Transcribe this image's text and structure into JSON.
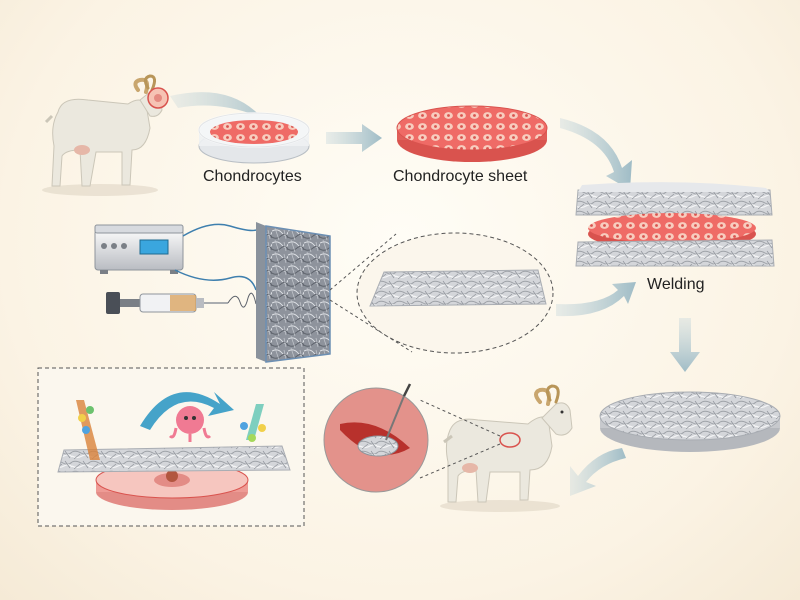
{
  "labels": {
    "chondrocytes": "Chondrocytes",
    "chondrocyte_sheet": "Chondrocyte sheet",
    "welding": "Welding"
  },
  "colors": {
    "background": "#fbf3e4",
    "arrow": "#a9c2cc",
    "cell_sheet": "#ef6b66",
    "cell_fill": "#f6bcae",
    "fiber_mat": "#c6c8cc",
    "goat_body": "#ece9df",
    "horn": "#c9a66e"
  }
}
